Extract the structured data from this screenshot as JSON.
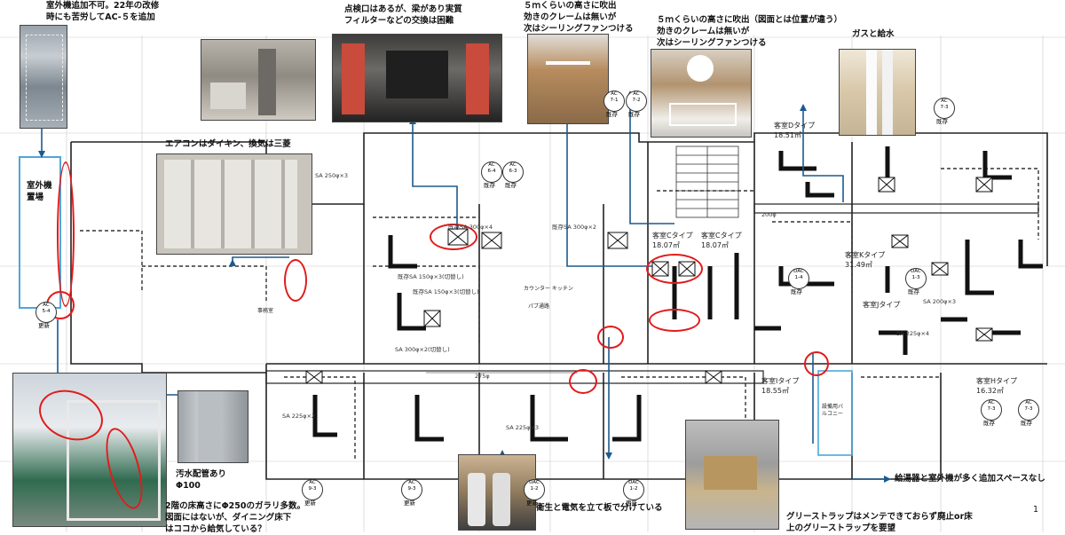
{
  "notes": {
    "outdoor_unit_title": "室外機追加不可。22年の改修",
    "outdoor_unit_body": "時にも苦労してAC-５を追加",
    "inspection_line1": "点検口はあるが、梁があり実質",
    "inspection_line2": "フィルターなどの交換は困難",
    "ceiling5m_a_line1": "５ｍくらいの高さに吹出",
    "ceiling5m_a_line2": "効きのクレームは無いが",
    "ceiling5m_a_line3": "次はシーリングファンつける",
    "ceiling5m_b_line1": "５ｍくらいの高さに吹出（図面とは位置が違う）",
    "ceiling5m_b_line2": "効きのクレームは無いが",
    "ceiling5m_b_line3": "次はシーリングファンつける",
    "gas_water": "ガスと給水",
    "aircon_maker": "エアコンはダイキン、換気は三菱",
    "sewage_line1": "汚水配管あり",
    "sewage_line2": "Φ100",
    "floor_vent_line1": "2階の床高さにΦ250のガラリ多数。",
    "floor_vent_line2": "図面にはないが、ダイニング床下",
    "floor_vent_line3": "はココから給気している？",
    "partition": "衛生と電気を立て板で分けている",
    "water_heater": "給湯器と室外機が多く追加スペースなし",
    "grease_line1": "グリーストラップはメンテできておらず廃止or床",
    "grease_line2": "上のグリーストラップを要望",
    "outdoor_yard_line1": "室外機",
    "outdoor_yard_line2": "置場",
    "page_number": "1"
  },
  "ac_tags": [
    {
      "code": "AC\n5-4",
      "state": "更新"
    },
    {
      "code": "AC\n6-4",
      "state": "既存"
    },
    {
      "code": "AC\n6-3",
      "state": "既存"
    },
    {
      "code": "AC\n7-1",
      "state": "既存"
    },
    {
      "code": "AC\n7-2",
      "state": "既存"
    },
    {
      "code": "AC\n7-3",
      "state": "既存"
    },
    {
      "code": "AC\n9-3",
      "state": "更新"
    },
    {
      "code": "AC\n9-3",
      "state": "更新"
    },
    {
      "code": "DAC\n1-2",
      "state": "更新"
    },
    {
      "code": "DAC\n1-2",
      "state": "更新"
    },
    {
      "code": "DAC\n1-4",
      "state": "既存"
    },
    {
      "code": "DAC\n1-3",
      "state": "既存"
    },
    {
      "code": "AC\n7-3",
      "state": "既存"
    },
    {
      "code": "AC\n7-3",
      "state": "既存"
    }
  ],
  "rooms": {
    "guest_c1": "客室Cタイプ",
    "guest_c1_area": "18.07㎡",
    "guest_c2": "客室Cタイプ",
    "guest_c2_area": "18.07㎡",
    "guest_d": "客室Dタイプ",
    "guest_d_area": "18.51㎡",
    "guest_k": "客室Kタイプ",
    "guest_k_area": "31.49㎡",
    "guest_j": "客室Jタイプ",
    "guest_i": "客室Iタイプ",
    "guest_i_area": "18.55㎡",
    "guest_h": "客室Hタイプ",
    "guest_h_area": "16.32㎡",
    "equipment": "設備用バルコニー",
    "office": "事務室",
    "counter": "カウンター キッチン",
    "corridor": "パブ通路"
  },
  "duct_labels": [
    "SA 250φ×3",
    "既存SA 300φ×4",
    "既存SA 300φ×2",
    "既存SA 150φ×3(切替し)",
    "既存SA 150φ×3(切替し)",
    "SA 300φ×2(切替し)",
    "SA 225φ×2",
    "SA 225φ×3",
    "SA 225φ×4",
    "SA 200φ×3",
    "275φ",
    "200φ"
  ]
}
